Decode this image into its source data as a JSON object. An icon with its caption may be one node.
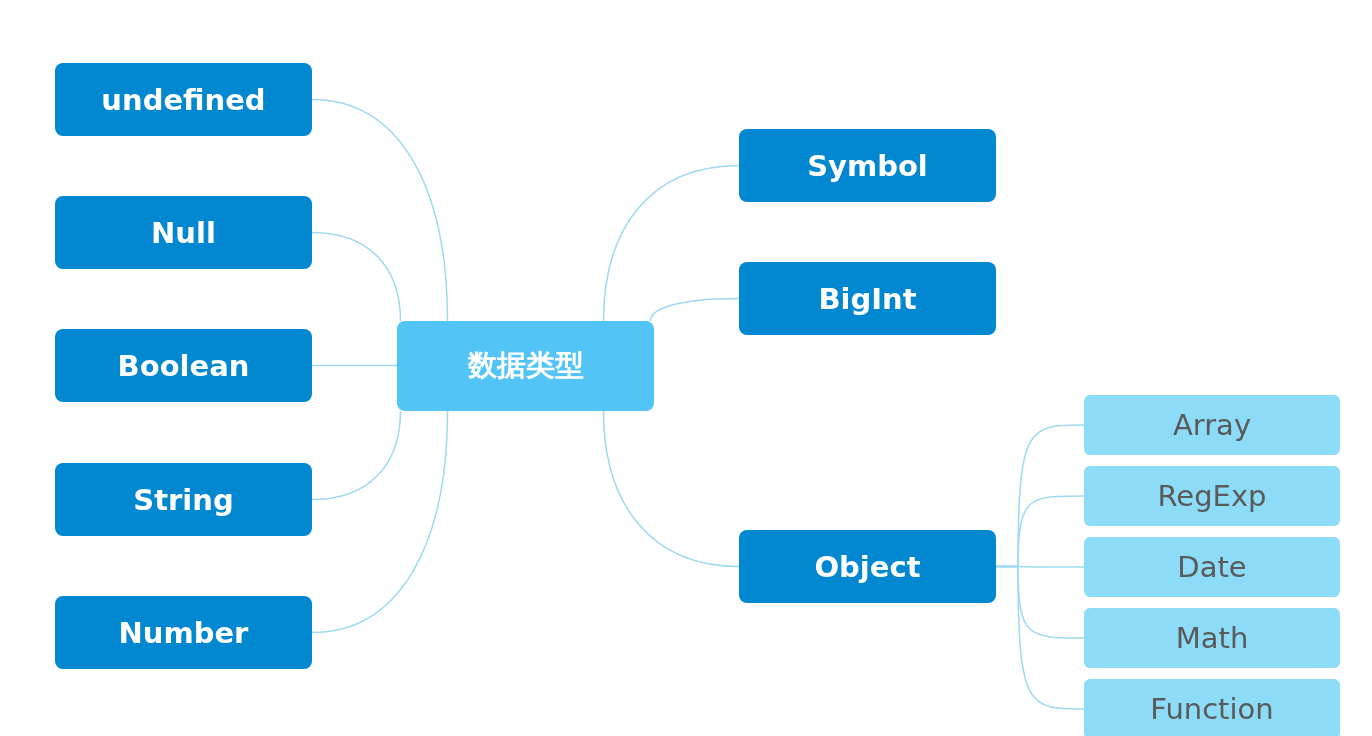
{
  "diagram": {
    "nodes": [
      {
        "text": [
          "数据类型"
        ]
      },
      {
        "text": [
          "undefined"
        ]
      },
      {
        "text": [
          "Null"
        ]
      },
      {
        "text": [
          "Boolean"
        ]
      },
      {
        "text": [
          "String"
        ]
      },
      {
        "text": [
          "Number"
        ]
      },
      {
        "text": [
          "Symbol"
        ]
      },
      {
        "text": [
          "BigInt"
        ]
      },
      {
        "text": [
          "Object"
        ]
      },
      {
        "text": [
          "Array"
        ]
      },
      {
        "text": [
          "RegExp"
        ]
      },
      {
        "text": [
          "Date"
        ]
      },
      {
        "text": [
          "Math"
        ]
      },
      {
        "text": [
          "Function"
        ]
      }
    ],
    "edges": [
      {
        "from": 0,
        "to": 1,
        "arrow": "none"
      },
      {
        "from": 0,
        "to": 2,
        "arrow": "none"
      },
      {
        "from": 0,
        "to": 3,
        "arrow": "none"
      },
      {
        "from": 0,
        "to": 4,
        "arrow": "none"
      },
      {
        "from": 0,
        "to": 5,
        "arrow": "none"
      },
      {
        "from": 0,
        "to": 6,
        "arrow": "none"
      },
      {
        "from": 0,
        "to": 7,
        "arrow": "none"
      },
      {
        "from": 0,
        "to": 8,
        "arrow": "none"
      },
      {
        "from": 8,
        "to": 9,
        "arrow": "none"
      },
      {
        "from": 8,
        "to": 10,
        "arrow": "none"
      },
      {
        "from": 8,
        "to": 11,
        "arrow": "none"
      },
      {
        "from": 8,
        "to": 12,
        "arrow": "none"
      },
      {
        "from": 8,
        "to": 13,
        "arrow": "none"
      }
    ]
  }
}
